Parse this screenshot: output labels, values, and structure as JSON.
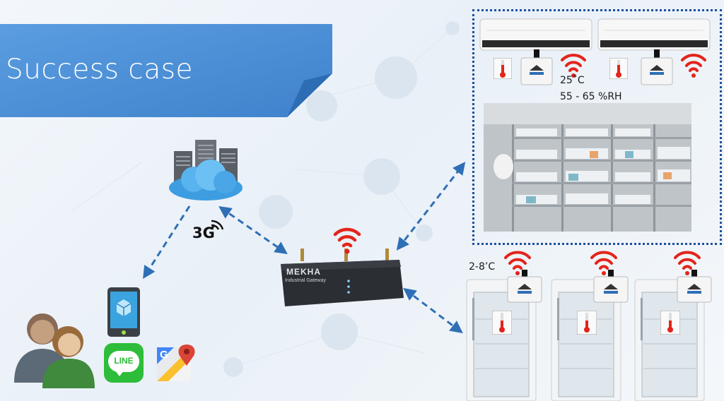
{
  "slide": {
    "title": "Success case",
    "network_label": "3G",
    "room_temperature": "25˚C",
    "room_humidity": "55 - 65 %RH",
    "fridge_temperature": "2-8’C",
    "gateway_brand": "MEKHA",
    "gateway_subtitle": "Industrial Gateway",
    "app_label": "LINE",
    "maps_letter": "G"
  },
  "colors": {
    "banner": "#4a8fd6",
    "arrow": "#2f6fb5",
    "wifi": "#e3241b",
    "dotted_border": "#1d4fa0"
  },
  "icons": [
    "server-cloud-icon",
    "signal-icon",
    "gateway-device-icon",
    "wifi-icon",
    "smartphone-icon",
    "line-app-icon",
    "google-maps-icon",
    "users-icon",
    "air-conditioner-icon",
    "thermometer-icon",
    "sensor-device-icon",
    "refrigerator-icon"
  ]
}
